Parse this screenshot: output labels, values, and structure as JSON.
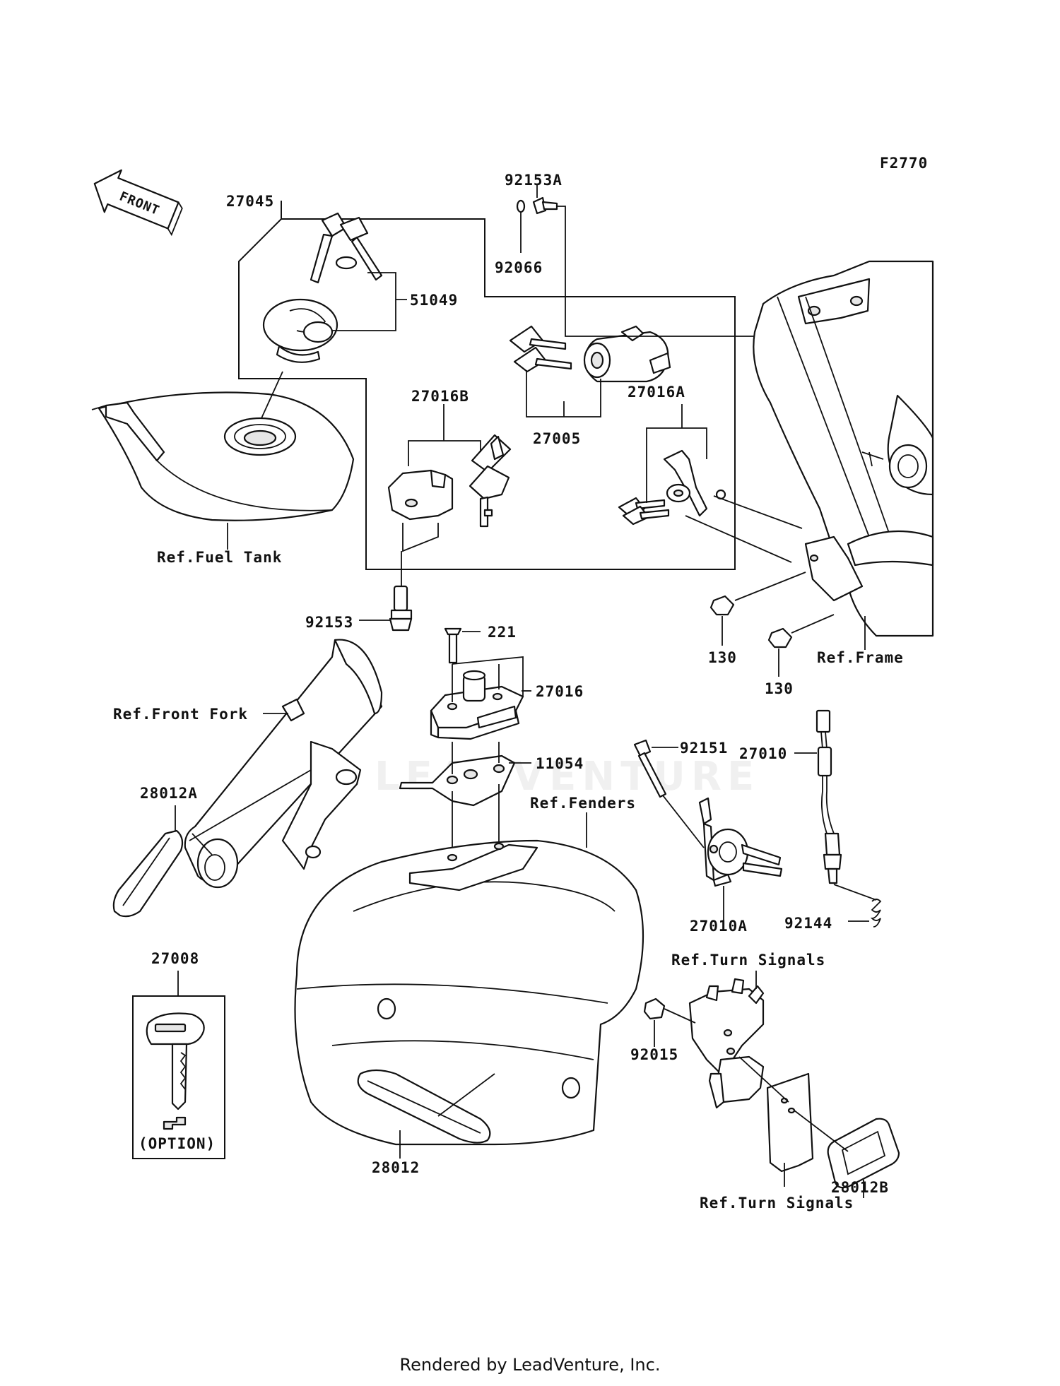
{
  "diagram_id": "F2770",
  "front_label": "FRONT",
  "labels": {
    "p27045": "27045",
    "p92153A": "92153A",
    "p92066": "92066",
    "p51049": "51049",
    "p27005": "27005",
    "p27016B": "27016B",
    "p27016A": "27016A",
    "p92153": "92153",
    "p221": "221",
    "p27016": "27016",
    "p11054": "11054",
    "p130a": "130",
    "p130b": "130",
    "p92151": "92151",
    "p27010": "27010",
    "p28012A": "28012A",
    "p27010A": "27010A",
    "p92144": "92144",
    "p27008": "27008",
    "p92015": "92015",
    "p28012": "28012",
    "p28012B": "28012B",
    "option": "(OPTION)"
  },
  "refs": {
    "fuel_tank": "Ref.Fuel Tank",
    "frame": "Ref.Frame",
    "front_fork": "Ref.Front Fork",
    "fenders": "Ref.Fenders",
    "turn_signals_top": "Ref.Turn Signals",
    "turn_signals_bottom": "Ref.Turn Signals"
  },
  "watermark": "LEADVENTURE",
  "footer": "Rendered by LeadVenture, Inc."
}
